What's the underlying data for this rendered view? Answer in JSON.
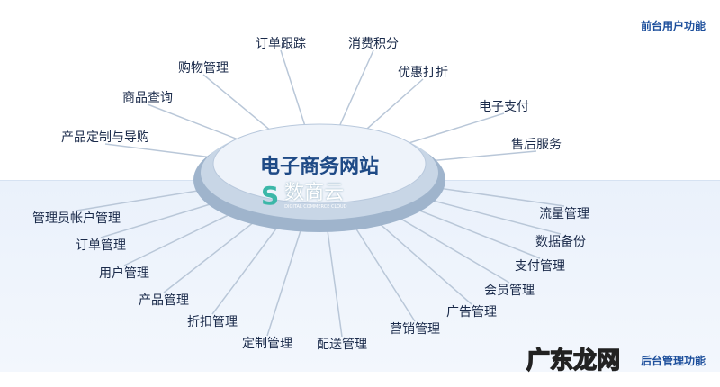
{
  "center": {
    "title": "电子商务网站",
    "logo_text": "数商云",
    "logo_subtitle": "DIGITAL COMMERCE CLOUD"
  },
  "front_section_label": "前台用户功能",
  "back_section_label": "后台管理功能",
  "front_functions": [
    "订单跟踪",
    "消费积分",
    "购物管理",
    "优惠打折",
    "商品查询",
    "电子支付",
    "产品定制与导购",
    "售后服务"
  ],
  "back_functions": [
    "管理员帐户管理",
    "订单管理",
    "用户管理",
    "产品管理",
    "折扣管理",
    "定制管理",
    "配送管理",
    "营销管理",
    "广告管理",
    "会员管理",
    "支付管理",
    "数据备份",
    "流量管理"
  ],
  "watermark": "广东龙网",
  "colors": {
    "title": "#1e4a86",
    "section_label": "#1d4f9c",
    "lower_background": "#eaf1fb"
  }
}
